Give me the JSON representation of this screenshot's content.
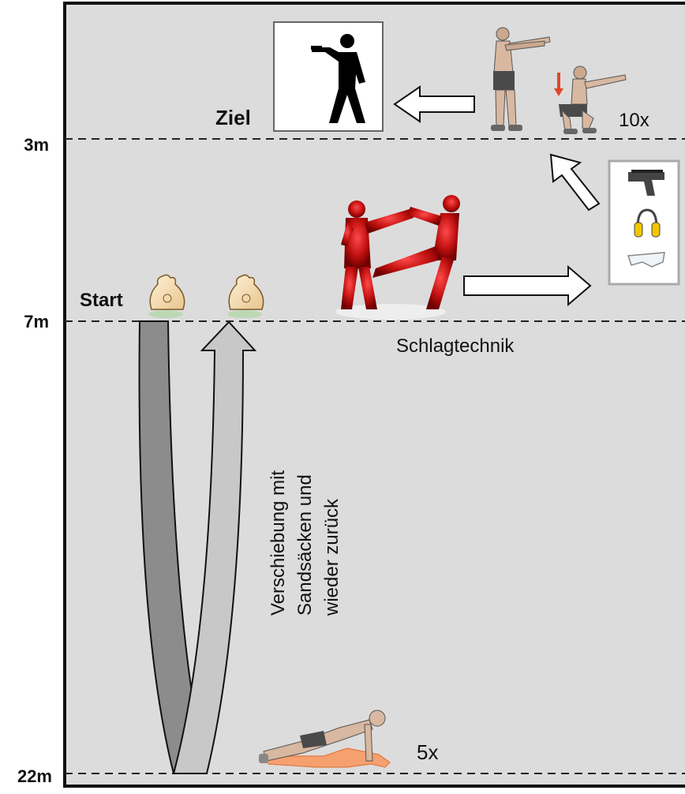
{
  "distances": {
    "d3": "3m",
    "d7": "7m",
    "d22": "22m"
  },
  "labels": {
    "goal": "Ziel",
    "start": "Start",
    "strike_technique": "Schlagtechnik",
    "squat_reps": "10x",
    "pushup_reps": "5x",
    "movement_line1": "Verschiebung mit",
    "movement_line2": "Sandsäcken und",
    "movement_line3": "wieder zurück"
  },
  "colors": {
    "background": "#dcdcdc",
    "border": "#111111",
    "red_figures": "#b30f0f",
    "arrow_dark": "#8c8c8c",
    "arrow_light": "#c8c8c8"
  },
  "icons": {
    "target": "shooting-target-icon",
    "sandbag": "sandbag-icon",
    "fighters": "fighters-icon",
    "squat": "squat-figures-icon",
    "equipment": [
      "pistol-icon",
      "ear-protection-icon",
      "safety-glasses-icon"
    ],
    "pushup": "pushup-figure-icon"
  }
}
